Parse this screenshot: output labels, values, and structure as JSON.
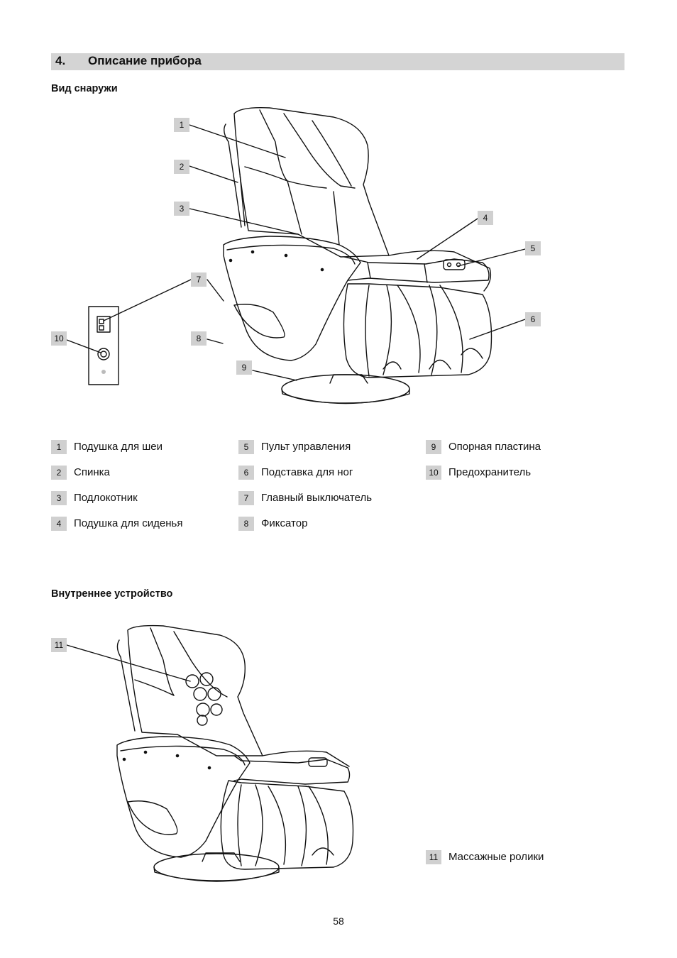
{
  "section": {
    "number": "4.",
    "title": "Описание прибора"
  },
  "exterior": {
    "heading": "Вид снаружи",
    "callouts": [
      "1",
      "2",
      "3",
      "4",
      "5",
      "6",
      "7",
      "8",
      "9",
      "10"
    ]
  },
  "legend": [
    {
      "num": "1",
      "label": "Подушка для шеи"
    },
    {
      "num": "2",
      "label": "Спинка"
    },
    {
      "num": "3",
      "label": "Подлокотник"
    },
    {
      "num": "4",
      "label": "Подушка для сиденья"
    },
    {
      "num": "5",
      "label": "Пульт управления"
    },
    {
      "num": "6",
      "label": "Подставка для ног"
    },
    {
      "num": "7",
      "label": "Главный выключатель"
    },
    {
      "num": "8",
      "label": "Фиксатор"
    },
    {
      "num": "9",
      "label": "Опорная пластина"
    },
    {
      "num": "10",
      "label": "Предохранитель"
    }
  ],
  "interior": {
    "heading": "Внутреннее устройство",
    "callout": "11",
    "legend": {
      "num": "11",
      "label": "Массажные ролики"
    }
  },
  "page_number": "58"
}
